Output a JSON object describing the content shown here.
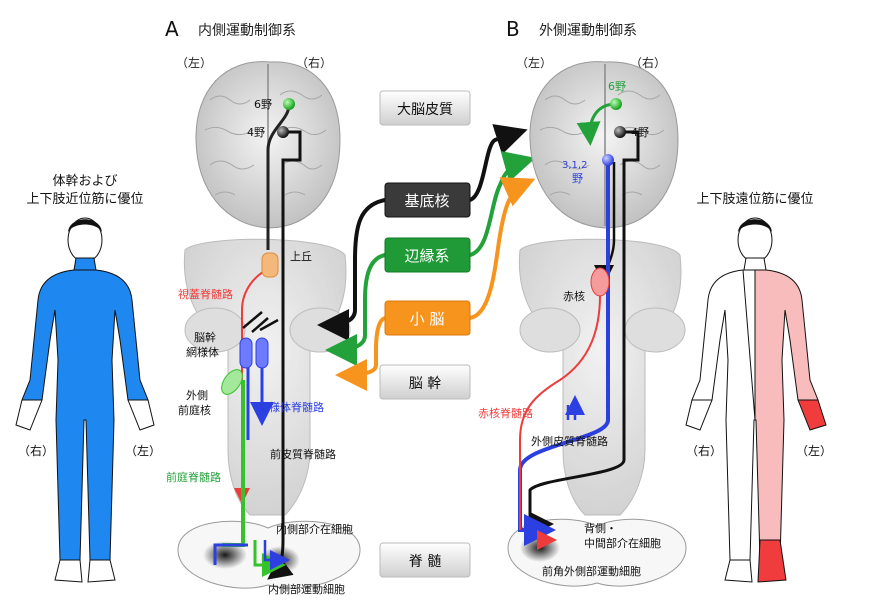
{
  "panel_a": {
    "letter": "A",
    "title": "内側運動制御系",
    "side_left": "（左）",
    "side_right": "（右）",
    "area6": "6野",
    "area4": "4野",
    "superior_colliculus": "上丘",
    "tectospinal": "視蓋脊髄路",
    "reticular_line1": "脳幹",
    "reticular_line2": "網様体",
    "vestibular_line1": "外側",
    "vestibular_line2": "前庭核",
    "reticulospinal": "網様体脊髄路",
    "anterior_corticospinal": "前皮質脊髄路",
    "vestibulospinal": "前庭脊髄路",
    "medial_interneuron": "内側部介在細胞",
    "medial_motor": "内側部運動細胞"
  },
  "panel_b": {
    "letter": "B",
    "title": "外側運動制御系",
    "side_left": "（左）",
    "side_right": "（右）",
    "area6": "6野",
    "area4": "4野",
    "area312_line1": "3,1,2",
    "area312_line2": "野",
    "red_nucleus": "赤核",
    "rubrospinal": "赤核脊髄路",
    "lateral_corticospinal": "外側皮質脊髄路",
    "dorsal_interneuron_line1": "背側・",
    "dorsal_interneuron_line2": "中間部介在細胞",
    "lateral_motor": "前角外側部運動細胞"
  },
  "center": {
    "cortex": "大脳皮質",
    "basal_ganglia": "基底核",
    "limbic": "辺縁系",
    "cerebellum": "小 脳",
    "brainstem": "脳 幹",
    "spinal_cord": "脊 髄"
  },
  "left_body": {
    "caption_line1": "体幹および",
    "caption_line2": "上下肢近位筋に優位",
    "side_right": "（右）",
    "side_left": "（左）"
  },
  "right_body": {
    "caption": "上下肢遠位筋に優位",
    "side_right": "（右）",
    "side_left": "（左）"
  },
  "colors": {
    "basal": "#2b2b2b",
    "limbic": "#23a13a",
    "cerebellum": "#f7941d",
    "tecto": "#ee3b3b",
    "reticulo": "#2c3fe0",
    "cortico": "#111111",
    "vestibulo": "#35c22a",
    "body_blue": "#1e88f0",
    "body_pink": "#f9bcbc",
    "body_red": "#f03c3c"
  }
}
